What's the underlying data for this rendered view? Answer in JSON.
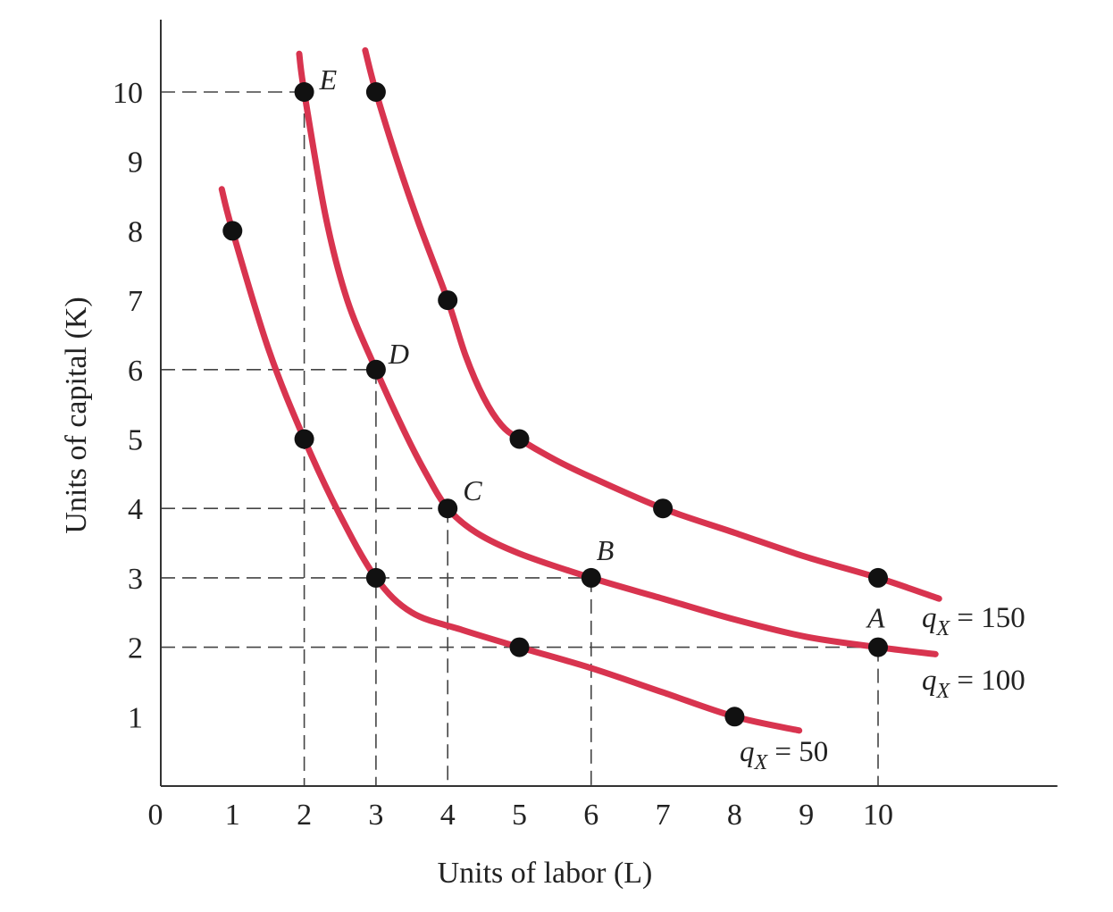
{
  "chart_data": {
    "type": "line",
    "xlabel": "Units of labor (L)",
    "ylabel": "Units of capital (K)",
    "xlim": [
      0,
      12.5
    ],
    "ylim": [
      0,
      11
    ],
    "x_ticks": [
      "0",
      "1",
      "2",
      "3",
      "4",
      "5",
      "6",
      "7",
      "8",
      "9",
      "10"
    ],
    "y_ticks": [
      "1",
      "2",
      "3",
      "4",
      "5",
      "6",
      "7",
      "8",
      "9",
      "10"
    ],
    "grid": false,
    "colors": {
      "curve": "#d8344f",
      "point": "#111111",
      "axis": "#333333",
      "guide": "#444444"
    },
    "series": [
      {
        "name": "qX = 50",
        "label_main": "q",
        "label_sub": "X",
        "label_rest": " = 50",
        "points": [
          [
            1,
            8
          ],
          [
            2,
            5
          ],
          [
            3,
            3
          ],
          [
            5,
            2
          ],
          [
            8,
            1
          ]
        ],
        "curve": [
          [
            0.85,
            8.6
          ],
          [
            1,
            8
          ],
          [
            1.5,
            6.3
          ],
          [
            2,
            5
          ],
          [
            2.5,
            3.9
          ],
          [
            3,
            3
          ],
          [
            3.5,
            2.5
          ],
          [
            4.2,
            2.25
          ],
          [
            5,
            2
          ],
          [
            6,
            1.7
          ],
          [
            7,
            1.35
          ],
          [
            8,
            1
          ],
          [
            8.9,
            0.8
          ]
        ]
      },
      {
        "name": "qX = 100",
        "label_main": "q",
        "label_sub": "X",
        "label_rest": " = 100",
        "points": [
          [
            2,
            10
          ],
          [
            3,
            6
          ],
          [
            4,
            4
          ],
          [
            6,
            3
          ],
          [
            10,
            2
          ]
        ],
        "curve": [
          [
            1.93,
            10.55
          ],
          [
            2,
            10
          ],
          [
            2.3,
            8.2
          ],
          [
            2.6,
            7
          ],
          [
            3,
            6
          ],
          [
            3.4,
            5.1
          ],
          [
            3.7,
            4.5
          ],
          [
            4,
            4
          ],
          [
            4.4,
            3.65
          ],
          [
            5,
            3.35
          ],
          [
            6,
            3
          ],
          [
            7,
            2.7
          ],
          [
            8,
            2.4
          ],
          [
            9,
            2.15
          ],
          [
            10,
            2
          ],
          [
            10.8,
            1.9
          ]
        ]
      },
      {
        "name": "qX = 150",
        "label_main": "q",
        "label_sub": "X",
        "label_rest": " = 150",
        "points": [
          [
            3,
            10
          ],
          [
            4,
            7
          ],
          [
            5,
            5
          ],
          [
            7,
            4
          ],
          [
            10,
            3
          ]
        ],
        "curve": [
          [
            2.85,
            10.6
          ],
          [
            3,
            10
          ],
          [
            3.3,
            9
          ],
          [
            3.6,
            8.1
          ],
          [
            4,
            7
          ],
          [
            4.25,
            6.2
          ],
          [
            4.5,
            5.6
          ],
          [
            4.75,
            5.2
          ],
          [
            5,
            5
          ],
          [
            5.5,
            4.7
          ],
          [
            6,
            4.45
          ],
          [
            7,
            4
          ],
          [
            8,
            3.65
          ],
          [
            9,
            3.3
          ],
          [
            10,
            3
          ],
          [
            10.85,
            2.7
          ]
        ]
      }
    ],
    "labeled_points": [
      {
        "label": "E",
        "x": 2,
        "y": 10
      },
      {
        "label": "D",
        "x": 3,
        "y": 6
      },
      {
        "label": "C",
        "x": 4,
        "y": 4
      },
      {
        "label": "B",
        "x": 6,
        "y": 3
      },
      {
        "label": "A",
        "x": 10,
        "y": 2
      }
    ],
    "guide_lines": [
      {
        "x": 2,
        "y": 10
      },
      {
        "x": 3,
        "y": 6
      },
      {
        "x": 4,
        "y": 4
      },
      {
        "x": 6,
        "y": 3
      },
      {
        "x": 10,
        "y": 2
      }
    ]
  }
}
